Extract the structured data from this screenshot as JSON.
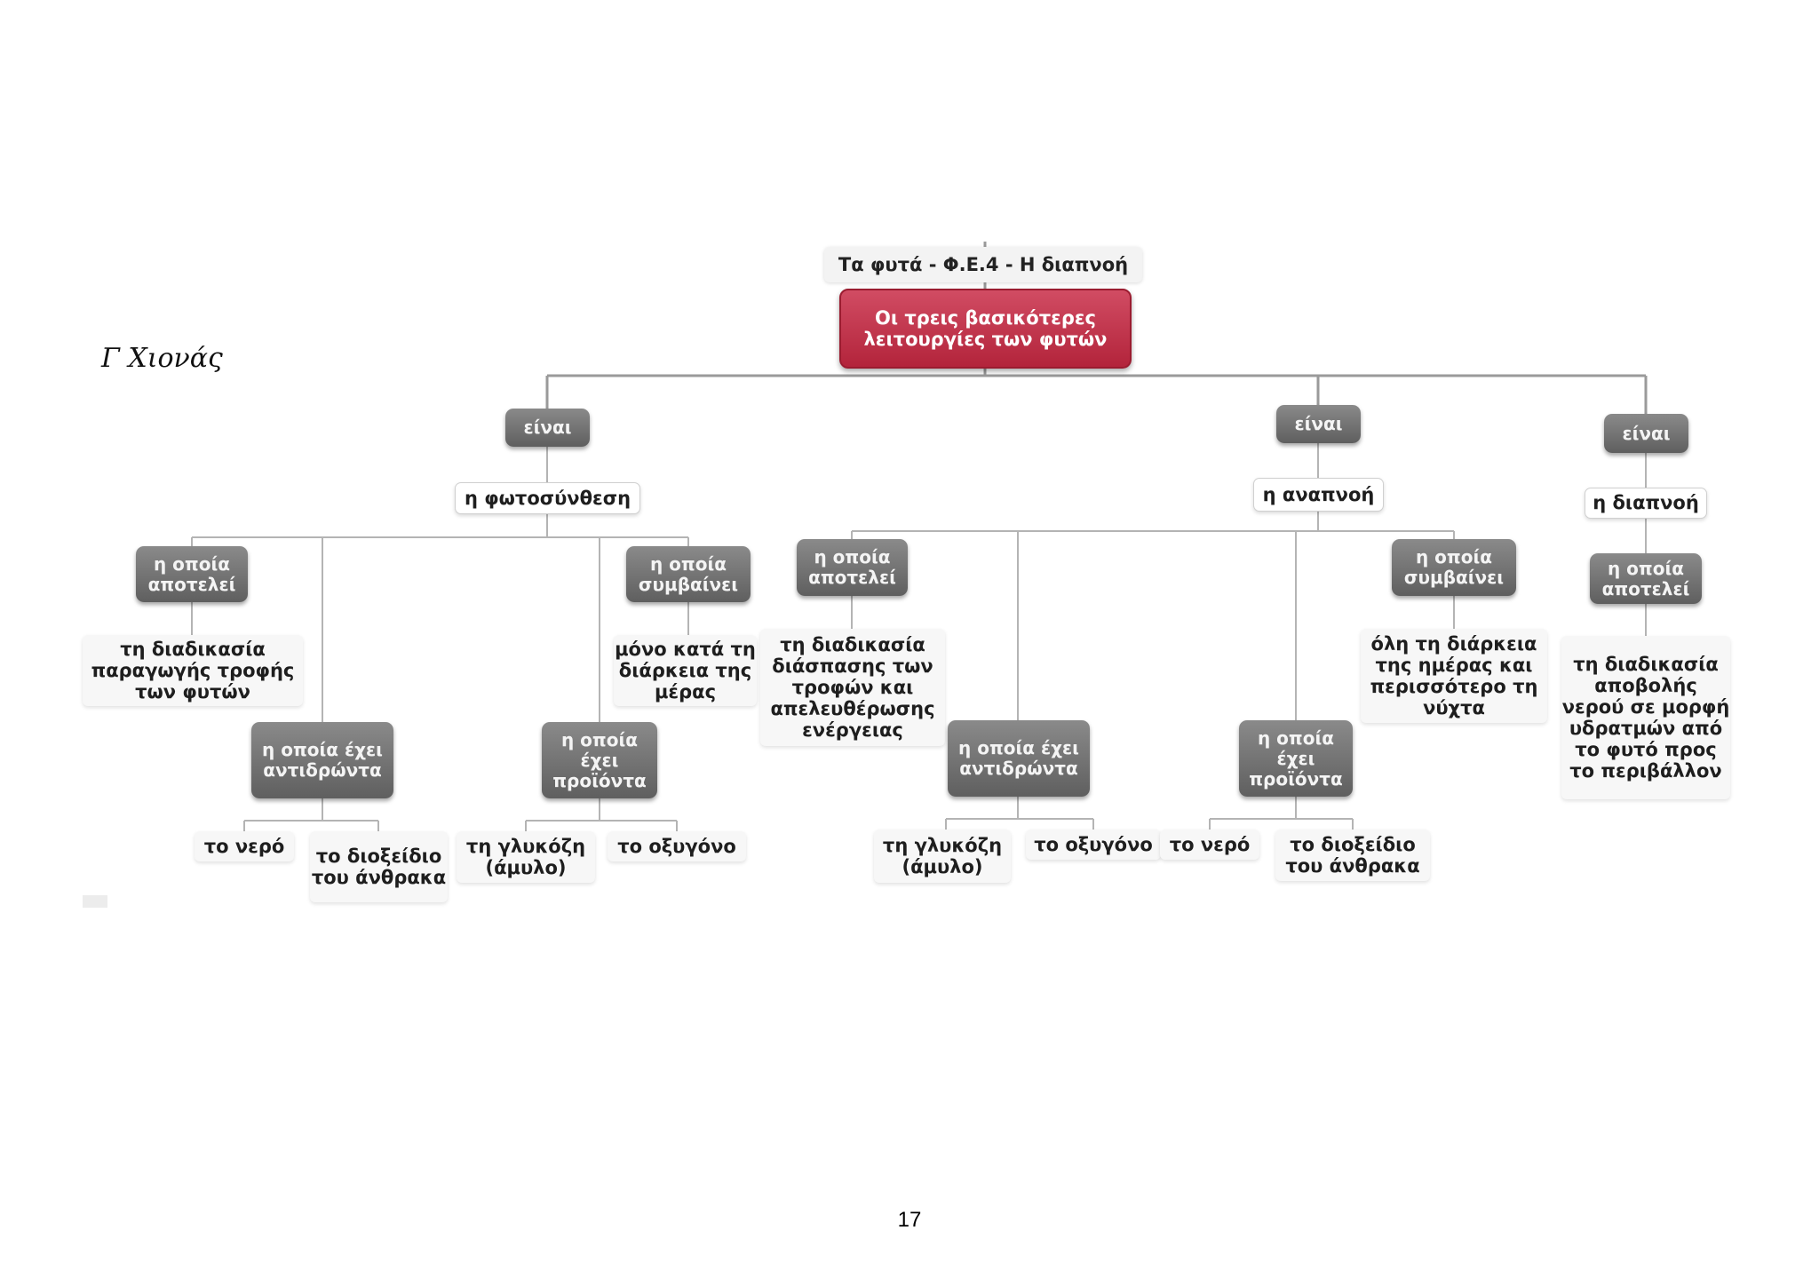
{
  "author_signature": "Γ Χιονάς",
  "page_number": "17",
  "title": "Τα φυτά - Φ.Ε.4 - Η διαπνοή",
  "root": "Οι τρεις βασικότερες λειτουργίες των φυτών",
  "branches": {
    "photosynthesis": {
      "link": "είναι",
      "concept": "η φωτοσύνθεση",
      "is_link": "η οποία αποτελεί",
      "is_value": "τη διαδικασία παραγωγής τροφής των φυτών",
      "occurs_link": "η οποία συμβαίνει",
      "occurs_value": "μόνο κατά τη διάρκεια της μέρας",
      "reactants_link": "η οποία έχει αντιδρώντα",
      "reactants": [
        "το νερό",
        "το διοξείδιο του άνθρακα"
      ],
      "products_link": "η οποία έχει προϊόντα",
      "products": [
        "τη γλυκόζη (άμυλο)",
        "το οξυγόνο"
      ]
    },
    "respiration": {
      "link": "είναι",
      "concept": "η αναπνοή",
      "is_link": "η οποία αποτελεί",
      "is_value": "τη διαδικασία διάσπασης των τροφών και απελευθέρωσης ενέργειας",
      "occurs_link": "η οποία συμβαίνει",
      "occurs_value": "όλη τη διάρκεια της ημέρας και περισσότερο τη νύχτα",
      "reactants_link": "η οποία έχει αντιδρώντα",
      "reactants": [
        "τη γλυκόζη (άμυλο)",
        "το οξυγόνο"
      ],
      "products_link": "η οποία έχει προϊόντα",
      "products": [
        "το νερό",
        "το διοξείδιο του άνθρακα"
      ]
    },
    "transpiration": {
      "link": "είναι",
      "concept": "η διαπνοή",
      "is_link": "η οποία αποτελεί",
      "is_value": "τη διαδικασία αποβολής νερού σε μορφή υδρατμών από το φυτό προς το περιβάλλον"
    }
  },
  "colors": {
    "root_fill": "#c0334a",
    "link_fill": "#6e6e6e",
    "connector": "#9a9a9a"
  }
}
